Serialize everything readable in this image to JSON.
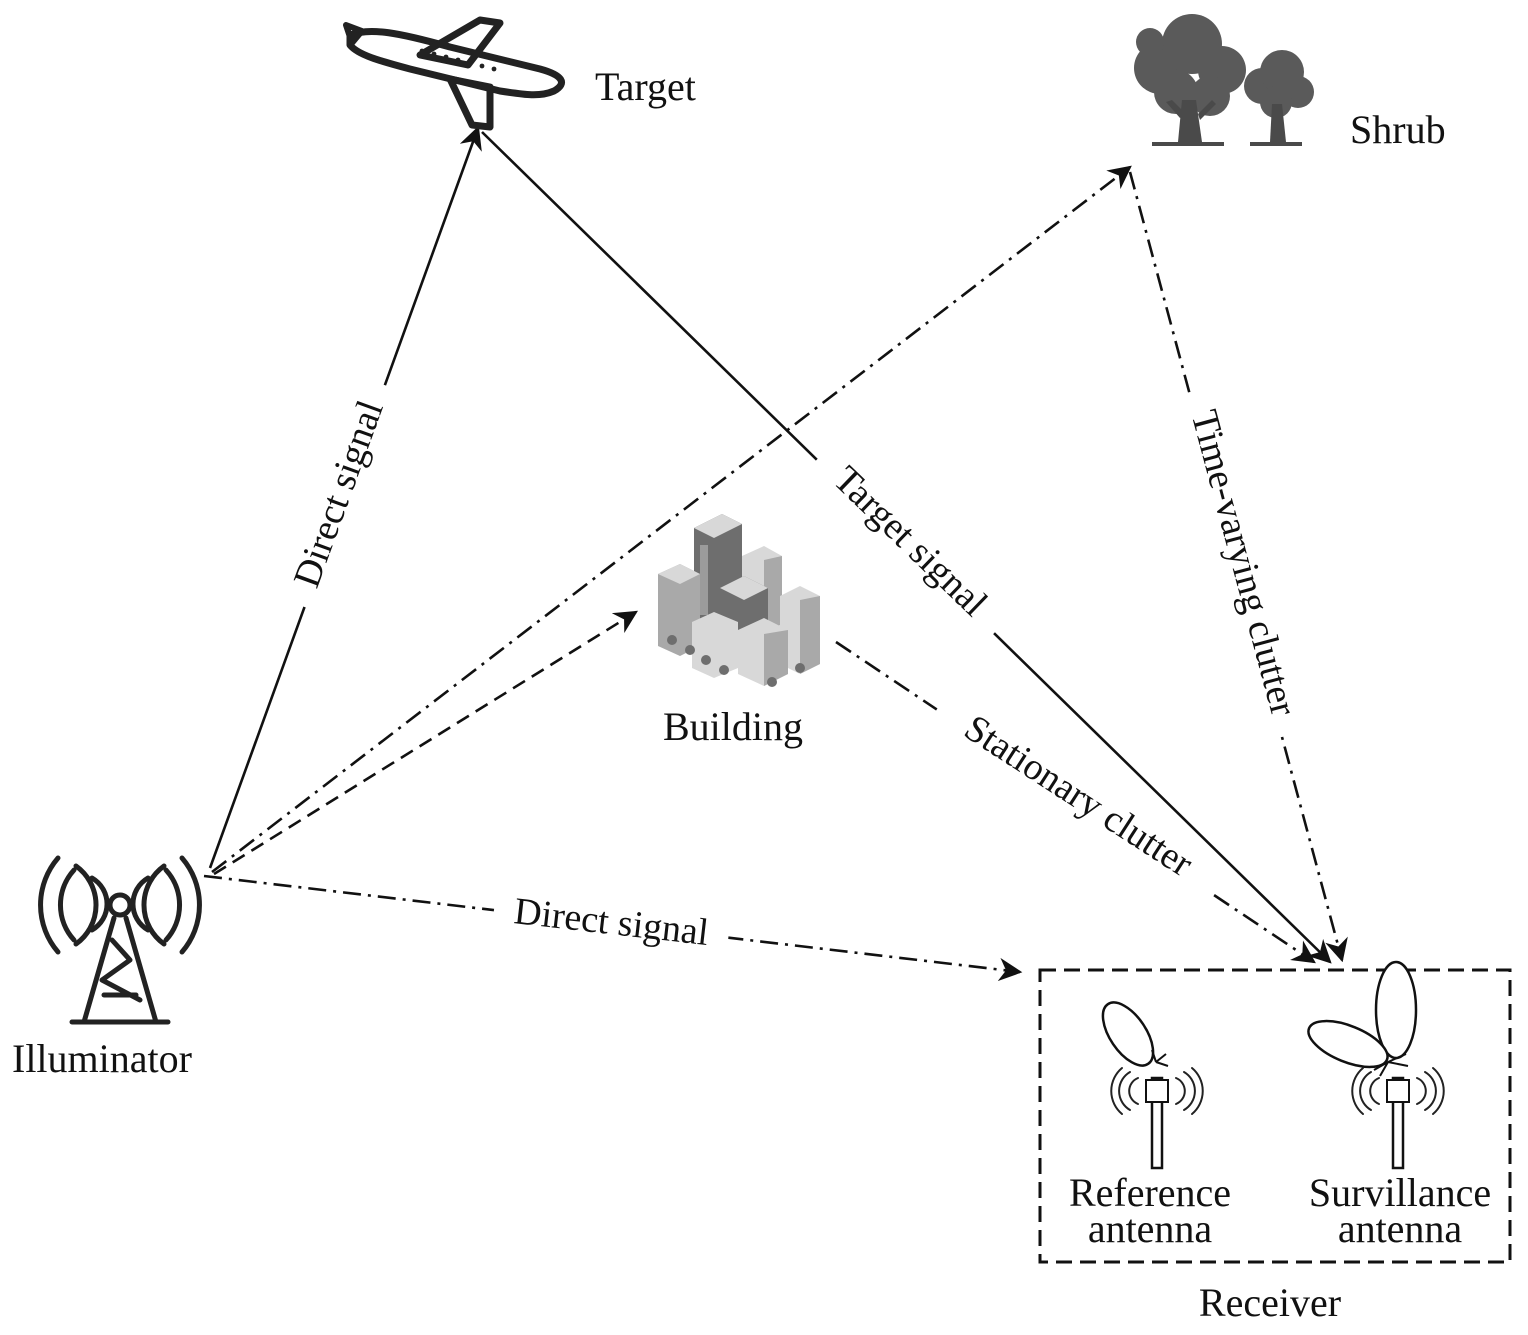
{
  "nodes": {
    "target": "Target",
    "shrub": "Shrub",
    "building": "Building",
    "illuminator": "Illuminator",
    "receiver": "Receiver",
    "reference_antenna": [
      "Reference",
      "antenna"
    ],
    "surveillance_antenna": [
      "Survillance",
      "antenna"
    ]
  },
  "edges": {
    "direct_to_target": "Direct signal",
    "target_signal": "Target signal",
    "time_varying_clutter": "Time-varying clutter",
    "stationary_clutter": "Stationary clutter",
    "direct_to_receiver": "Direct signal"
  },
  "colors": {
    "ink": "#111111",
    "foliage": "#5a5a5a",
    "building_dark": "#6e6e6e",
    "building_light": "#d8d8d8"
  },
  "icons": [
    "airplane-icon",
    "trees-icon",
    "city-buildings-icon",
    "radio-tower-icon",
    "antenna-icon"
  ]
}
